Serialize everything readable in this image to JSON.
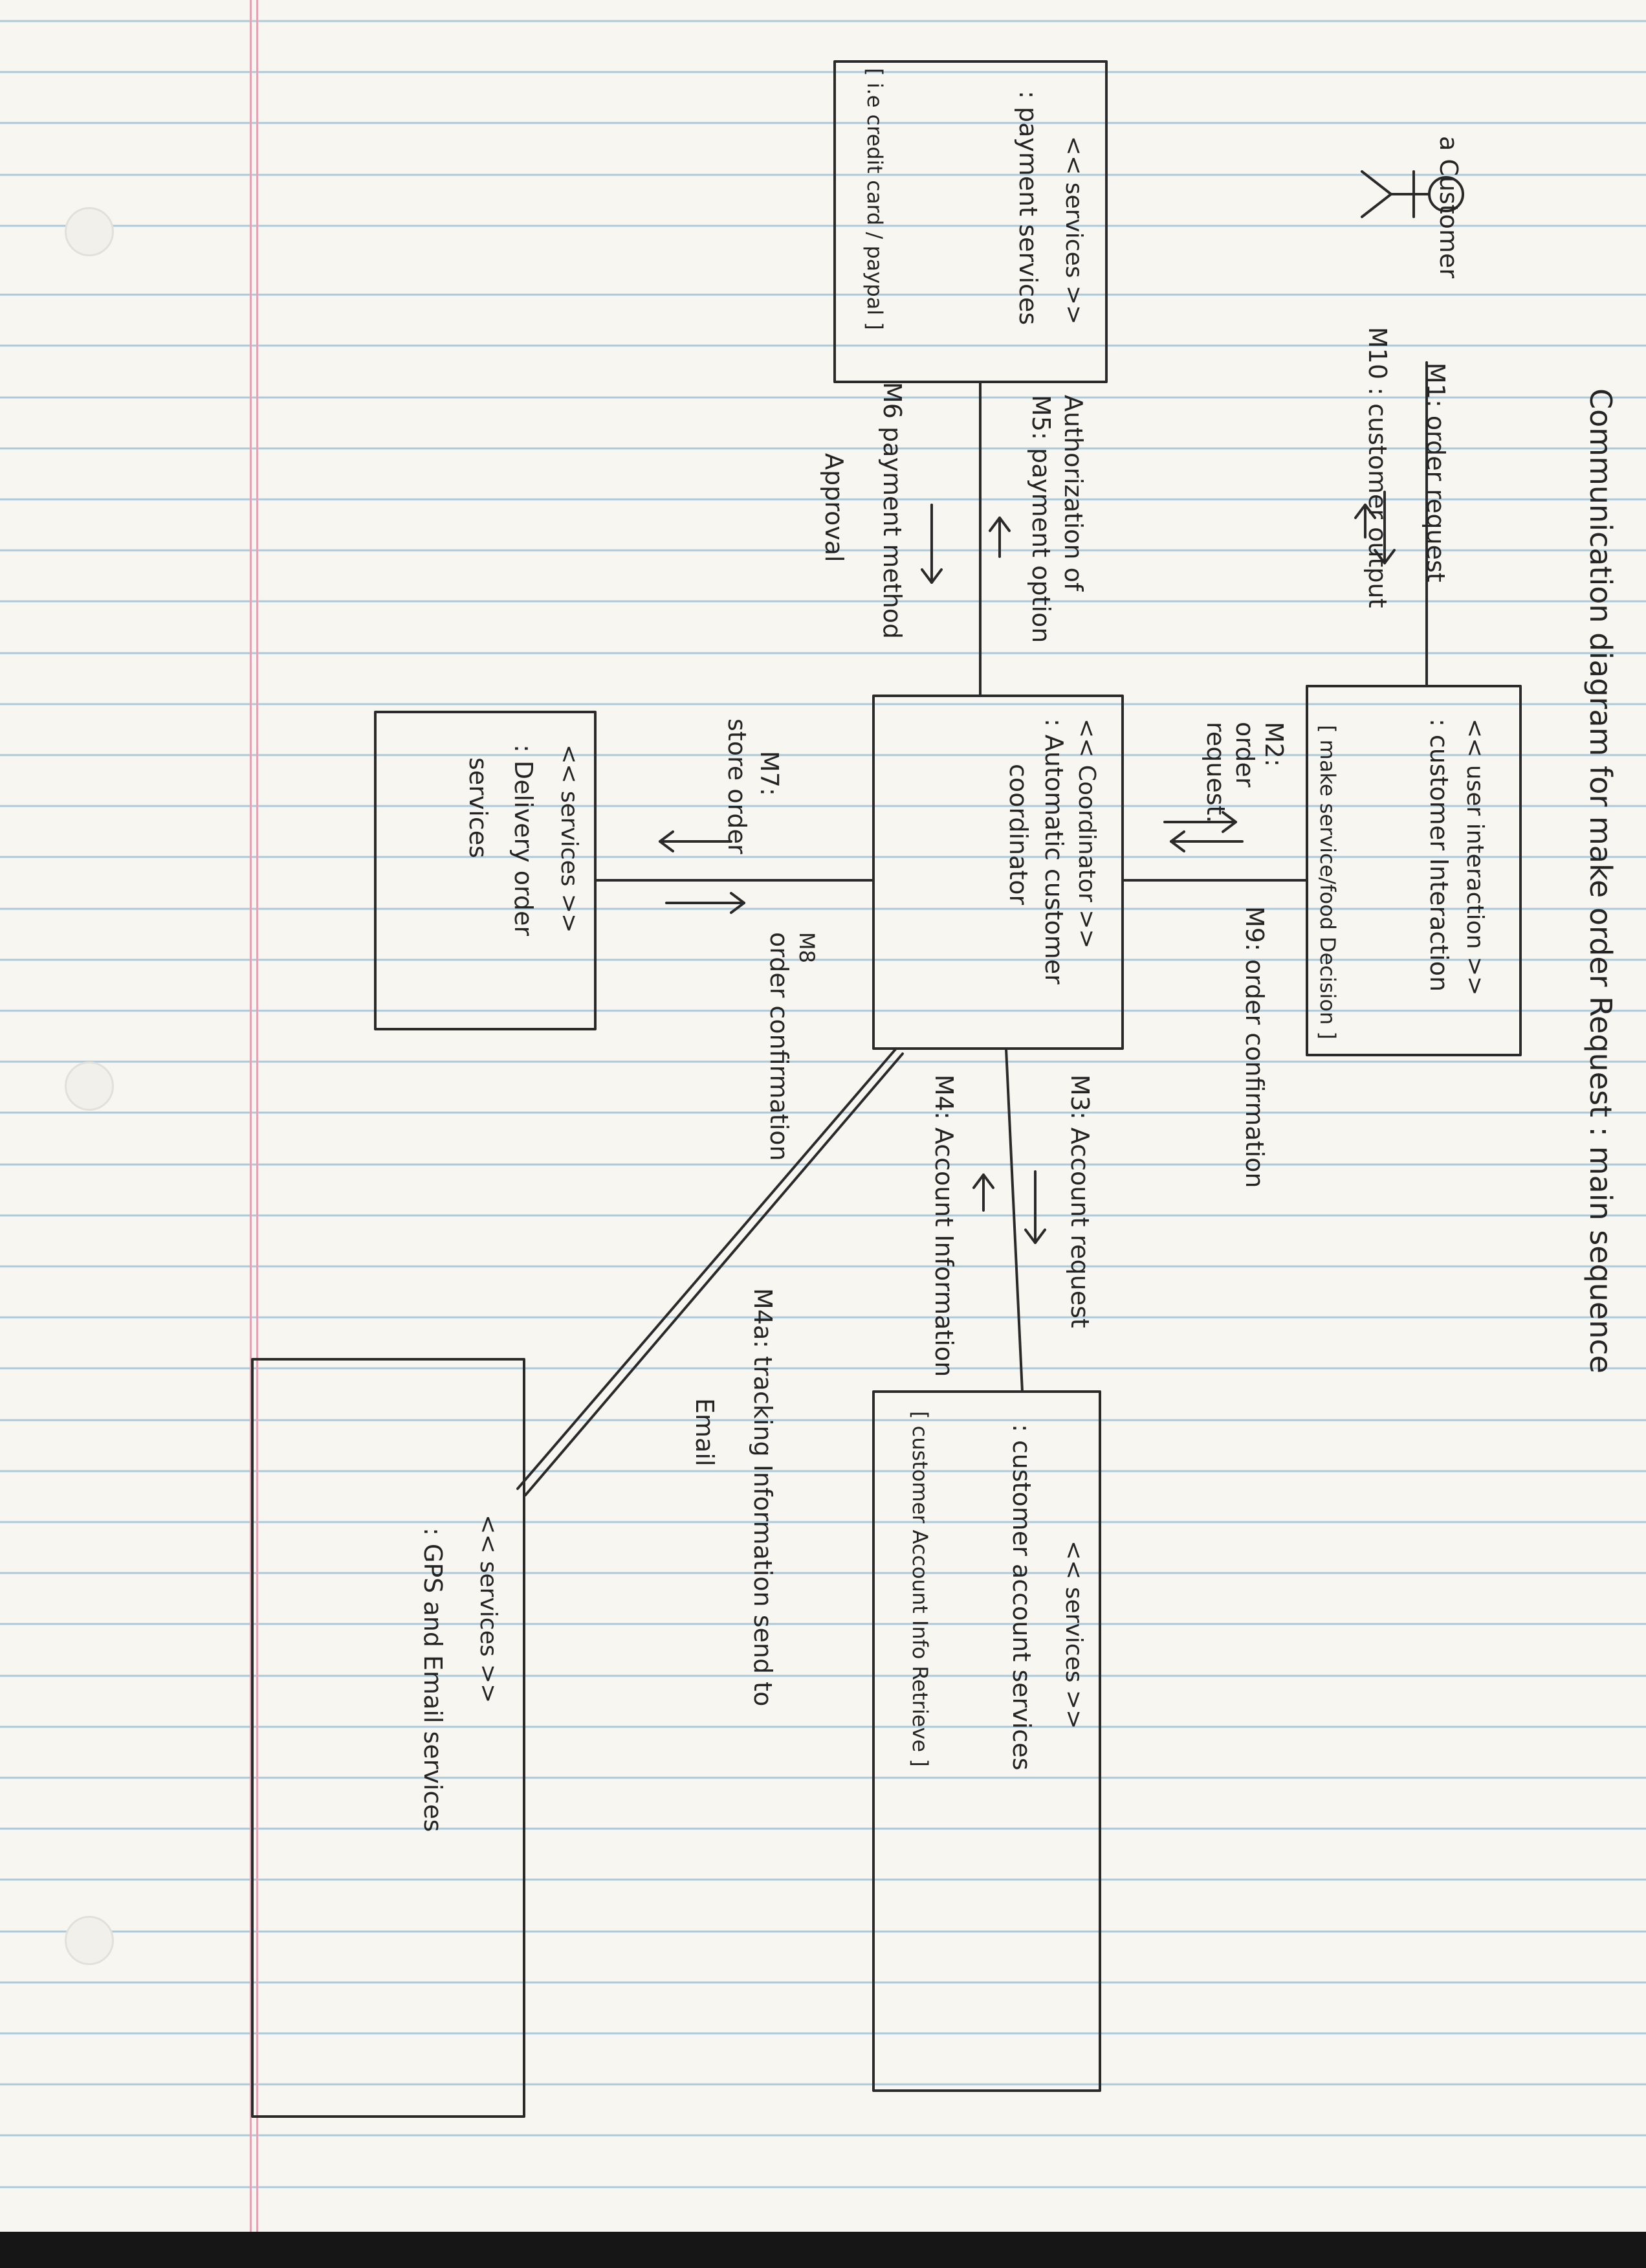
{
  "title": "Communication diagram for make order Request : main sequence",
  "actor": {
    "label": "a Customer",
    "icon": "stick-figure-icon"
  },
  "objects": {
    "user_interaction": {
      "stereotype": "<< user interaction >>",
      "name": ": customer Interaction",
      "constraint": "[ make service/food Decision ]"
    },
    "coordinator": {
      "stereotype": "<< Coordinator >>",
      "name_line1": ": Automatic customer",
      "name_line2": "coordinator"
    },
    "payment": {
      "stereotype": "<< services >>",
      "name": ": payment services",
      "constraint": "[ i.e credit card / paypal ]"
    },
    "delivery": {
      "stereotype": "<< services >>",
      "name_line1": ": Delivery order",
      "name_line2": "services"
    },
    "customer_account": {
      "stereotype": "<< services >>",
      "name": ": customer account services",
      "constraint": "[ customer Account Info Retrieve ]"
    },
    "gps_email": {
      "stereotype": "<< services >>",
      "name": ": GPS and Email services"
    }
  },
  "messages": {
    "m1": "M1: order request",
    "m10": "M10 : customer output",
    "m2_line1": "M2:",
    "m2_line2": "order",
    "m2_line3": "request.",
    "m9": "M9: order confirmation",
    "m3": "M3: Account request",
    "m4": "M4: Account Information",
    "m5_line1": "Authorization of",
    "m5_line2": "M5: payment option",
    "m6_line1": "M6 payment method",
    "m6_line2": "Approval",
    "m7_line1": "M7:",
    "m7_line2": "store order",
    "m8_line1": "M8",
    "m8_line2": "order confirmation",
    "m4a_line1": "M4a: tracking Information send to",
    "m4a_line2": "Email"
  },
  "colors": {
    "ink": "#242424",
    "paper": "#f7f6f1",
    "rule_line": "#a9c8da",
    "margin_line": "#e3a5b6"
  }
}
